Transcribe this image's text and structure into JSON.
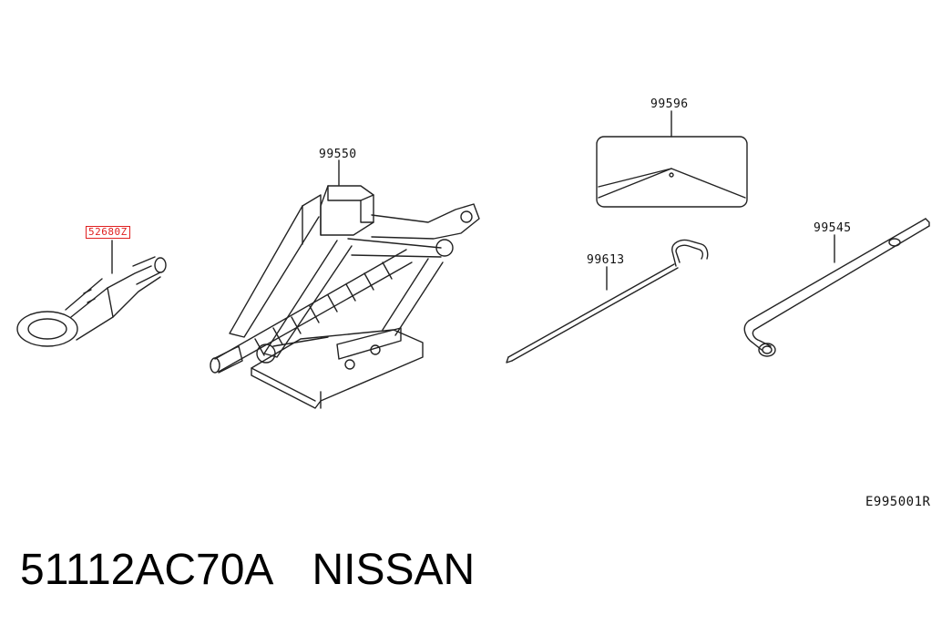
{
  "diagram": {
    "callouts": {
      "tow_hook": "52680Z",
      "jack": "99550",
      "warning_triangle_case": "99596",
      "jack_handle_rod": "99613",
      "wheel_wrench": "99545"
    },
    "highlight_color": "#e02020",
    "reference_code": "E995001R"
  },
  "caption": {
    "part_number": "51112AC70A",
    "brand": "NISSAN"
  }
}
